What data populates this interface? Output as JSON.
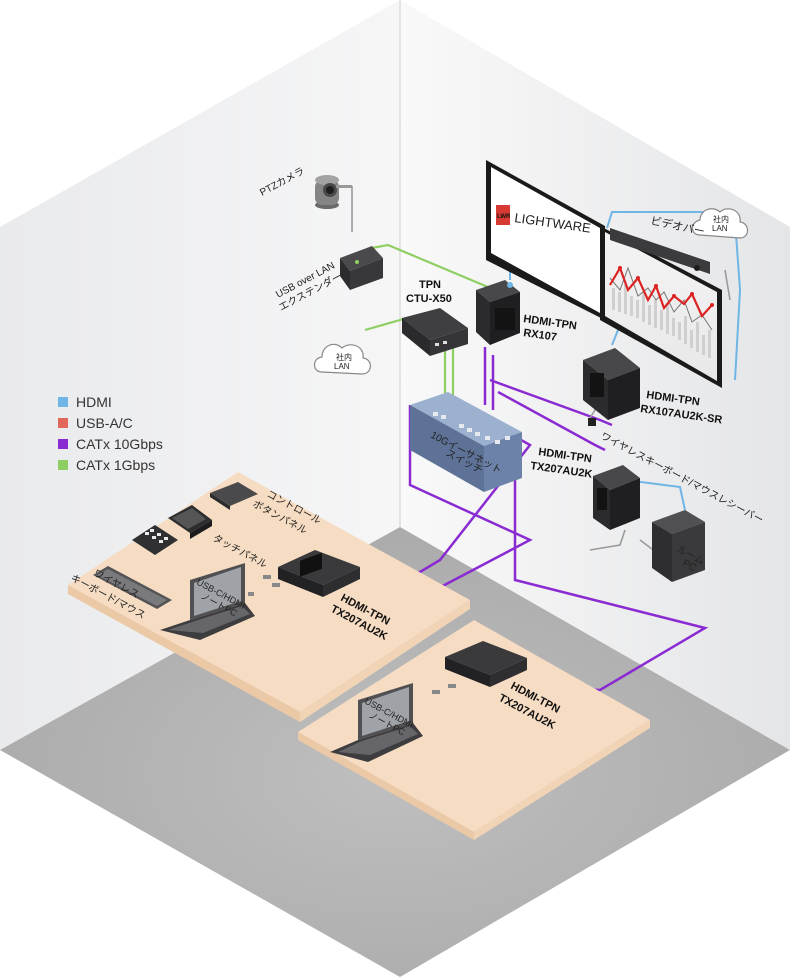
{
  "legend": [
    {
      "label": "HDMI",
      "color": "#6fb5e6"
    },
    {
      "label": "USB-A/C",
      "color": "#e2675a"
    },
    {
      "label": "CATx 10Gbps",
      "color": "#8a2bd2"
    },
    {
      "label": "CATx 1Gbps",
      "color": "#8fce63"
    }
  ],
  "labels": {
    "ptz_camera": "PTZカメラ",
    "usb_over_lan_1": "USB over LAN",
    "usb_over_lan_2": "エクステンダー",
    "lan_cloud_top_1": "社内",
    "lan_cloud_top_2": "LAN",
    "lan_cloud_mid_1": "社内",
    "lan_cloud_mid_2": "LAN",
    "tpn_ctu_1": "TPN",
    "tpn_ctu_2": "CTU-X50",
    "switch_1": "10Gイーサネット",
    "switch_2": "スイッチ",
    "rx107_1": "HDMI-TPN",
    "rx107_2": "RX107",
    "rx107sr_1": "HDMI-TPN",
    "rx107sr_2": "RX107AU2K-SR",
    "tx_wall_1": "HDMI-TPN",
    "tx_wall_2": "TX207AU2K",
    "video_bar": "ビデオバー",
    "wireless_receiver": "ワイヤレスキーボード/マウスレシーバー",
    "room_pc_1": "ルーム",
    "room_pc_2": "PC",
    "control_panel_1": "コントロール",
    "control_panel_2": "ボタンパネル",
    "touch_panel": "タッチパネル",
    "wireless_kb_1": "ワイヤレス",
    "wireless_kb_2": "キーボード/マウス",
    "laptop_a_1": "USB-C/HDMI",
    "laptop_a_2": "ノートPC",
    "tx_desk_a_1": "HDMI-TPN",
    "tx_desk_a_2": "TX207AU2K",
    "laptop_b_1": "USB-C/HDMI",
    "laptop_b_2": "ノートPC",
    "tx_desk_b_1": "HDMI-TPN",
    "tx_desk_b_2": "TX207AU2K",
    "logo_badge": "LWR",
    "logo_text": "LIGHTWARE"
  },
  "colors": {
    "hdmi": "#6fb5e6",
    "usb": "#e2675a",
    "catx10": "#8a2bd2",
    "catx1": "#8fce63"
  }
}
